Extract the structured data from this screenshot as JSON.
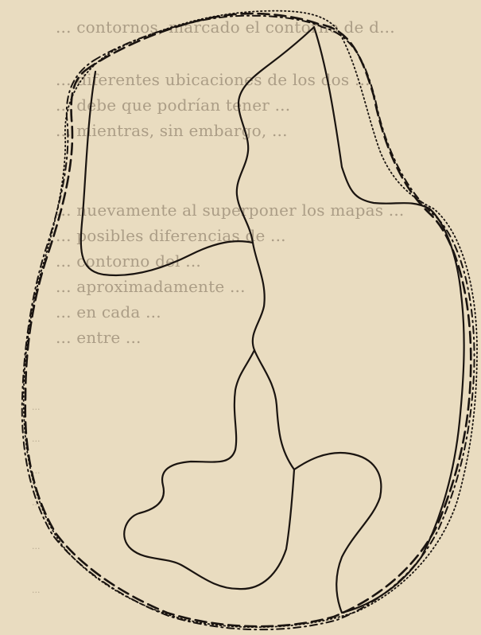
{
  "page": {
    "background": "#e9dcc0",
    "ink": "#1a1410"
  },
  "background_text": {
    "lines": [
      "... contornos, marcado el contorno de d...",
      "... diferentes ubicaciones de los dos ...",
      "... debe que podrían tener ... ",
      "... mientras, sin embargo, ...",
      "... nuevamente al superponer los mapas ...",
      "... posibles diferencias de ...",
      "... contorno del ...",
      "... aproximadamente ...",
      "... en cada ...",
      "... entre ..."
    ],
    "footnotes": [
      "... ",
      "... ",
      "... ",
      "... ",
      "... ",
      "... "
    ]
  },
  "figure": {
    "outlines": [
      {
        "name": "dashed-outline",
        "style": "long-dash"
      },
      {
        "name": "dash-dot-outline",
        "style": "dash-dot"
      },
      {
        "name": "dotted-outline",
        "style": "dotted"
      },
      {
        "name": "solid-outline",
        "style": "solid"
      }
    ]
  }
}
